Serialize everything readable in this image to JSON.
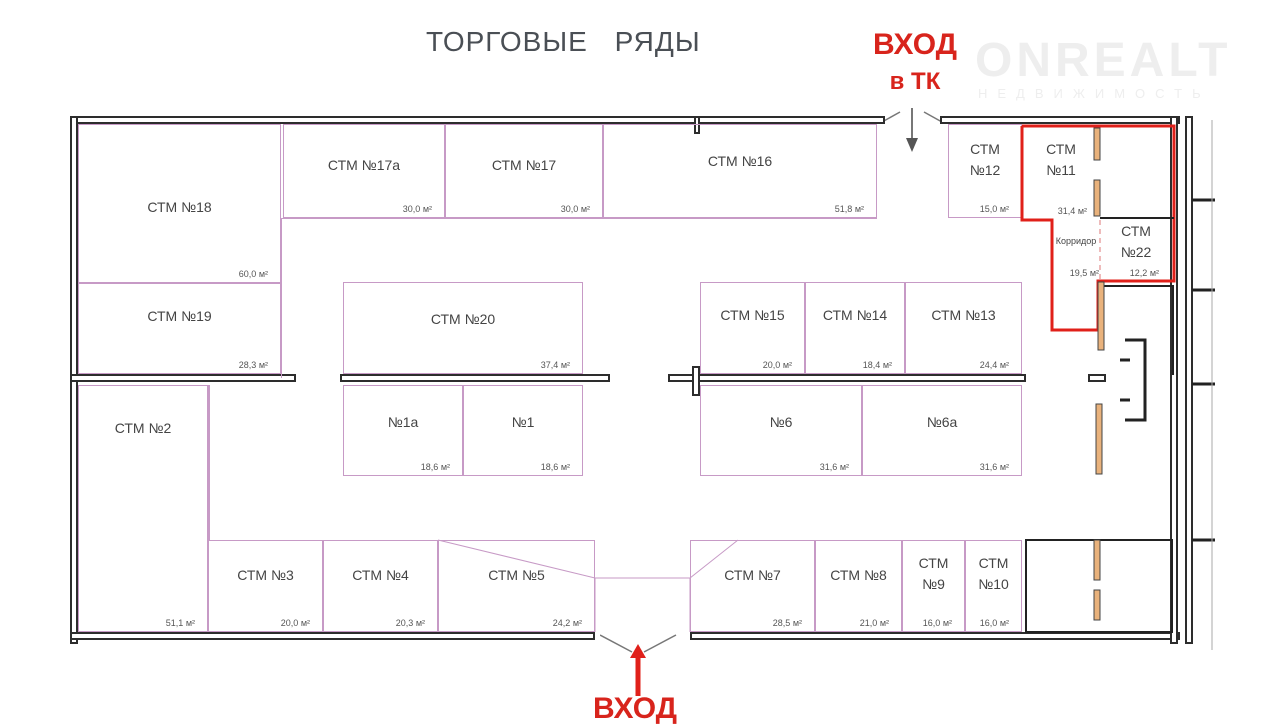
{
  "title": "ТОРГОВЫЕ   РЯДЫ",
  "watermark": {
    "brand": "ONREALT",
    "sub": "НЕДВИЖИМОСТЬ"
  },
  "entrance_top": {
    "line1": "ВХОД",
    "line2": "в ТК"
  },
  "entrance_bottom": {
    "label": "ВХОД"
  },
  "colors": {
    "accent": "#e0201a",
    "room_line": "#c79ac6",
    "wall": "#2d2d2d"
  },
  "rooms": [
    {
      "id": "r18",
      "name": "СТМ №18",
      "area": "60,0 м²"
    },
    {
      "id": "r17a",
      "name": "СТМ №17а",
      "area": "30,0 м²"
    },
    {
      "id": "r17",
      "name": "СТМ №17",
      "area": "30,0 м²"
    },
    {
      "id": "r16",
      "name": "СТМ №16",
      "area": "51,8 м²"
    },
    {
      "id": "r12",
      "name": "СТМ\n№12",
      "area": "15,0 м²"
    },
    {
      "id": "r11",
      "name": "СТМ\n№11",
      "area": "31,4 м²"
    },
    {
      "id": "rcor",
      "name": "Корридор",
      "area": "19,5 м²"
    },
    {
      "id": "r22",
      "name": "СТМ\n№22",
      "area": "12,2 м²"
    },
    {
      "id": "r19",
      "name": "СТМ №19",
      "area": "28,3 м²"
    },
    {
      "id": "r20",
      "name": "СТМ №20",
      "area": "37,4 м²"
    },
    {
      "id": "r15",
      "name": "СТМ №15",
      "area": "20,0 м²"
    },
    {
      "id": "r14",
      "name": "СТМ №14",
      "area": "18,4 м²"
    },
    {
      "id": "r13",
      "name": "СТМ №13",
      "area": "24,4 м²"
    },
    {
      "id": "r1a",
      "name": "№1а",
      "area": "18,6 м²"
    },
    {
      "id": "r1",
      "name": "№1",
      "area": "18,6 м²"
    },
    {
      "id": "r6",
      "name": "№6",
      "area": "31,6 м²"
    },
    {
      "id": "r6a",
      "name": "№6а",
      "area": "31,6 м²"
    },
    {
      "id": "r2",
      "name": "СТМ №2",
      "area": "51,1 м²"
    },
    {
      "id": "r3",
      "name": "СТМ №3",
      "area": "20,0 м²"
    },
    {
      "id": "r4",
      "name": "СТМ №4",
      "area": "20,3 м²"
    },
    {
      "id": "r5",
      "name": "СТМ №5",
      "area": "24,2 м²"
    },
    {
      "id": "r7",
      "name": "СТМ №7",
      "area": "28,5 м²"
    },
    {
      "id": "r8",
      "name": "СТМ №8",
      "area": "21,0 м²"
    },
    {
      "id": "r9",
      "name": "СТМ\n№9",
      "area": "16,0 м²"
    },
    {
      "id": "r10",
      "name": "СТМ\n№10",
      "area": "16,0 м²"
    }
  ]
}
